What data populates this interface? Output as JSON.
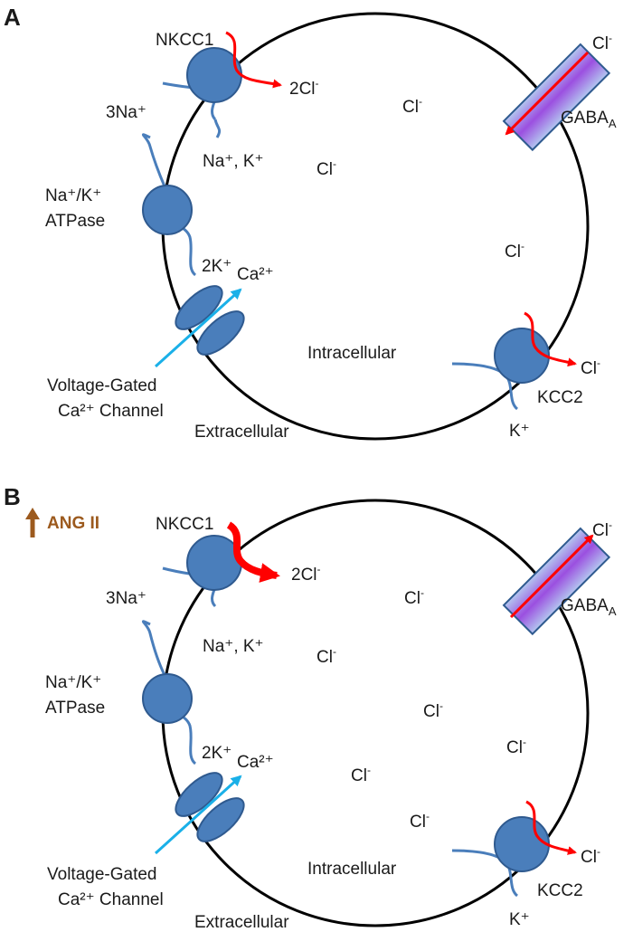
{
  "panel_a": {
    "label": "A",
    "nkcc1": "NKCC1",
    "two_cl": "2Cl",
    "na_k": "Na⁺, K⁺",
    "three_na": "3Na⁺",
    "na_k_pump_1": "Na⁺/K⁺",
    "na_k_pump_2": "ATPase",
    "two_k": "2K⁺",
    "ca": "Ca²⁺",
    "vgcc_1": "Voltage-Gated",
    "vgcc_2": "Ca²⁺ Channel",
    "extracellular": "Extracellular",
    "intracellular": "Intracellular",
    "kcc2": "KCC2",
    "k": "K⁺",
    "cl": "Cl",
    "gaba": "GABA"
  },
  "panel_b": {
    "label": "B",
    "ang": "ANG II",
    "nkcc1": "NKCC1",
    "two_cl": "2Cl",
    "na_k": "Na⁺, K⁺",
    "three_na": "3Na⁺",
    "na_k_pump_1": "Na⁺/K⁺",
    "na_k_pump_2": "ATPase",
    "two_k": "2K⁺",
    "ca": "Ca²⁺",
    "vgcc_1": "Voltage-Gated",
    "vgcc_2": "Ca²⁺ Channel",
    "extracellular": "Extracellular",
    "intracellular": "Intracellular",
    "kcc2": "KCC2",
    "k": "K⁺",
    "cl": "Cl",
    "gaba": "GABA"
  },
  "sup_minus": "-",
  "sub_a": "A",
  "colors": {
    "membrane": "#000000",
    "transporter": "#4a7ebb",
    "transporter_edge": "#2f5a8f",
    "chloride_arrow": "#ff0000",
    "calcium_arrow": "#1ab0e8",
    "ang_arrow": "#9c5a1e"
  }
}
